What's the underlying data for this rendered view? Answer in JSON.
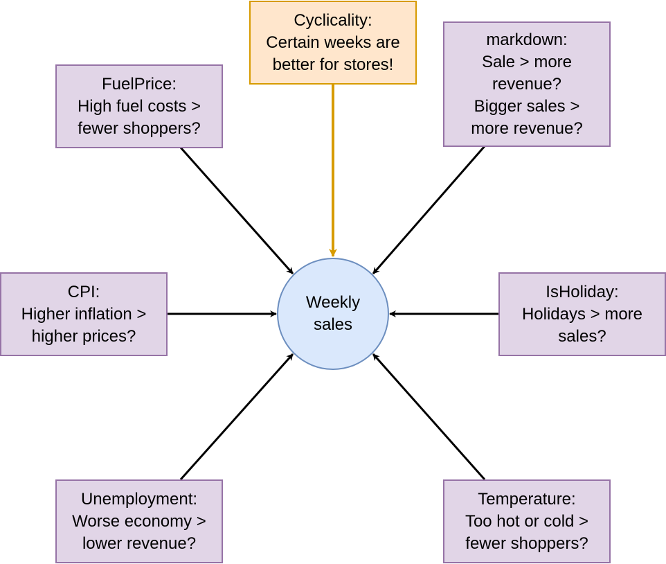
{
  "colors": {
    "factor_fill": "#e1d5e7",
    "factor_border": "#9673a6",
    "highlight_fill": "#ffe6cc",
    "highlight_border": "#d79b00",
    "center_fill": "#dae8fc",
    "center_border": "#6c8ebf",
    "arrow_default": "#000000",
    "arrow_highlight": "#d79b00"
  },
  "center": {
    "label": "Weekly\nsales"
  },
  "nodes": [
    {
      "id": "cyclicality",
      "label": "Cyclicality:\nCertain weeks are\nbetter for stores!"
    },
    {
      "id": "fuelprice",
      "label": "FuelPrice:\nHigh fuel costs >\nfewer shoppers?"
    },
    {
      "id": "markdown",
      "label": "markdown:\nSale > more\nrevenue?\nBigger sales >\nmore revenue?"
    },
    {
      "id": "cpi",
      "label": "CPI:\nHigher inflation >\nhigher prices?"
    },
    {
      "id": "isholiday",
      "label": "IsHoliday:\nHolidays > more\nsales?"
    },
    {
      "id": "unemployment",
      "label": "Unemployment:\nWorse economy >\nlower revenue?"
    },
    {
      "id": "temperature",
      "label": "Temperature:\nToo hot or cold >\nfewer shoppers?"
    }
  ]
}
